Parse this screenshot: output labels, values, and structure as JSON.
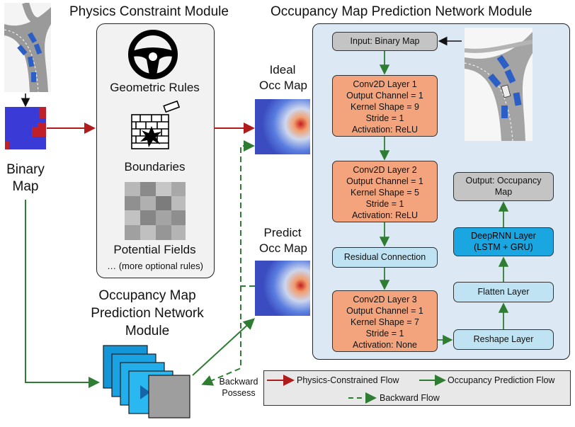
{
  "titles": {
    "physics": "Physics Constraint Module",
    "occupancy": "Occupancy Map Prediction Network Module"
  },
  "left": {
    "binary_map_line1": "Binary",
    "binary_map_line2": "Map"
  },
  "physics_panel": {
    "geometric": "Geometric Rules",
    "boundaries": "Boundaries",
    "potential": "Potential Fields",
    "more": "… (more optional rules)"
  },
  "middle": {
    "ideal1": "Ideal",
    "ideal2": "Occ Map",
    "predict1": "Predict",
    "predict2": "Occ Map",
    "backward1": "Backward",
    "backward2": "Possess"
  },
  "module_label": {
    "line1": "Occupancy Map",
    "line2": "Prediction Network",
    "line3": "Module"
  },
  "network": {
    "input": "Input: Binary Map",
    "conv1": [
      "Conv2D Layer 1",
      "Output Channel = 1",
      "Kernel Shape = 9",
      "Stride = 1",
      "Activation: ReLU"
    ],
    "conv2": [
      "Conv2D Layer 2",
      "Output Channel = 1",
      "Kernel Shape = 5",
      "Stride = 1",
      "Activation: ReLU"
    ],
    "residual": "Residual Connection",
    "conv3": [
      "Conv2D Layer 3",
      "Output Channel = 1",
      "Kernel Shape = 7",
      "Stride = 1",
      "Activation: None"
    ],
    "reshape": "Reshape Layer",
    "flatten": "Flatten Layer",
    "deeprnn": [
      "DeepRNN Layer",
      "(LSTM + GRU)"
    ],
    "output": [
      "Output: Occupancy",
      "Map"
    ]
  },
  "legend": {
    "physics": "Physics-Constrained Flow",
    "occupancy": "Occupancy Prediction Flow",
    "backward": "Backward Flow"
  },
  "colors": {
    "red_flow": "#b01c1c",
    "green_flow": "#2e7d32",
    "conv": "#f4a47c",
    "light_blue": "#bfe3f3",
    "cyan": "#1aa6e0",
    "panel_blue": "#dce8f4"
  }
}
